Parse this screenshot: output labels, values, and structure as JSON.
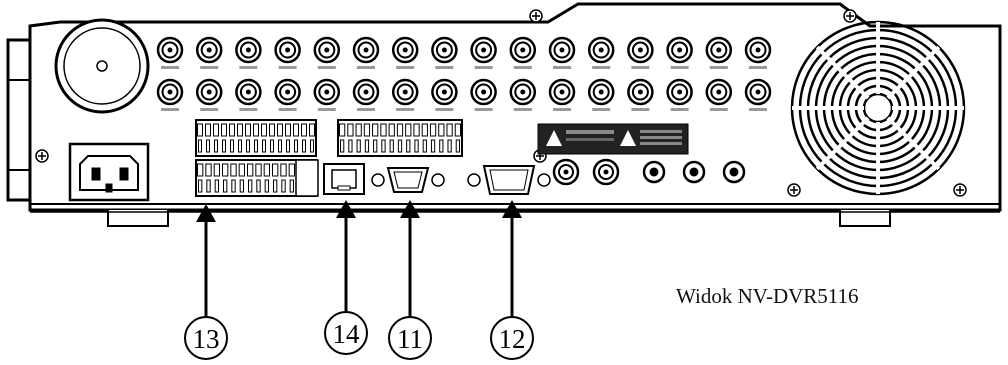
{
  "caption": "Widok NV-DVR5116",
  "callouts": [
    {
      "id": "13",
      "label": "13"
    },
    {
      "id": "14",
      "label": "14"
    },
    {
      "id": "11",
      "label": "11"
    },
    {
      "id": "12",
      "label": "12"
    }
  ],
  "bnc": {
    "columns": 16,
    "rows": 2
  },
  "colors": {
    "line": "#000000",
    "panel": "#ffffff",
    "label": "#222222"
  }
}
